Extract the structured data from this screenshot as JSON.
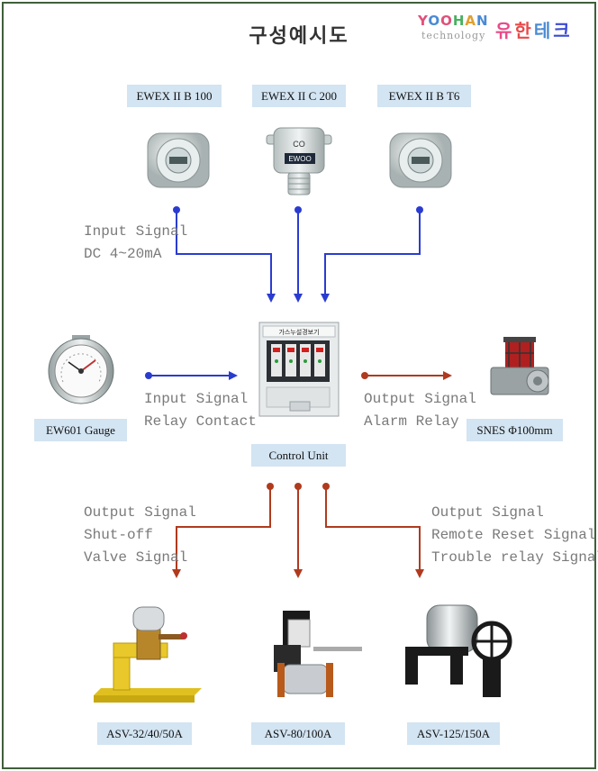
{
  "title": "구성예시도",
  "logo": {
    "brand": "YOOHAN",
    "sub": "technology",
    "korean": "유한테크",
    "brand_colors": [
      "#e0507a",
      "#4a8ad4",
      "#e0507a",
      "#48b060",
      "#e0a030",
      "#4a8ad4"
    ],
    "korean_colors": [
      "#e84a8a",
      "#e84a4a",
      "#4a8ad4",
      "#3a4ad4"
    ]
  },
  "sensors": [
    {
      "label": "EWEX II B 100"
    },
    {
      "label": "EWEX II C 200",
      "device_text": "CO",
      "brand_text": "EWOO"
    },
    {
      "label": "EWEX II B T6"
    }
  ],
  "input_signal_top": [
    "Input Signal",
    "DC 4~20mA"
  ],
  "gauge": {
    "label": "EW601 Gauge"
  },
  "input_signal_left": [
    "Input Signal",
    "Relay Contact"
  ],
  "control_unit": {
    "label": "Control Unit",
    "panel_title": "가스누설경보기"
  },
  "output_signal_right": [
    "Output Signal",
    "Alarm Relay"
  ],
  "siren": {
    "label": "SNES Φ100mm"
  },
  "output_left": [
    "Output Signal",
    "Shut-off",
    "Valve Signal"
  ],
  "output_right": [
    "Output Signal",
    "Remote Reset Signal",
    "Trouble relay Signal"
  ],
  "valves": [
    {
      "label": "ASV-32/40/50A"
    },
    {
      "label": "ASV-80/100A"
    },
    {
      "label": "ASV-125/150A"
    }
  ],
  "colors": {
    "input_line": "#2a3cd0",
    "output_line": "#b03a1e",
    "label_bg": "#d3e4f2",
    "frame": "#3f5f3a"
  }
}
